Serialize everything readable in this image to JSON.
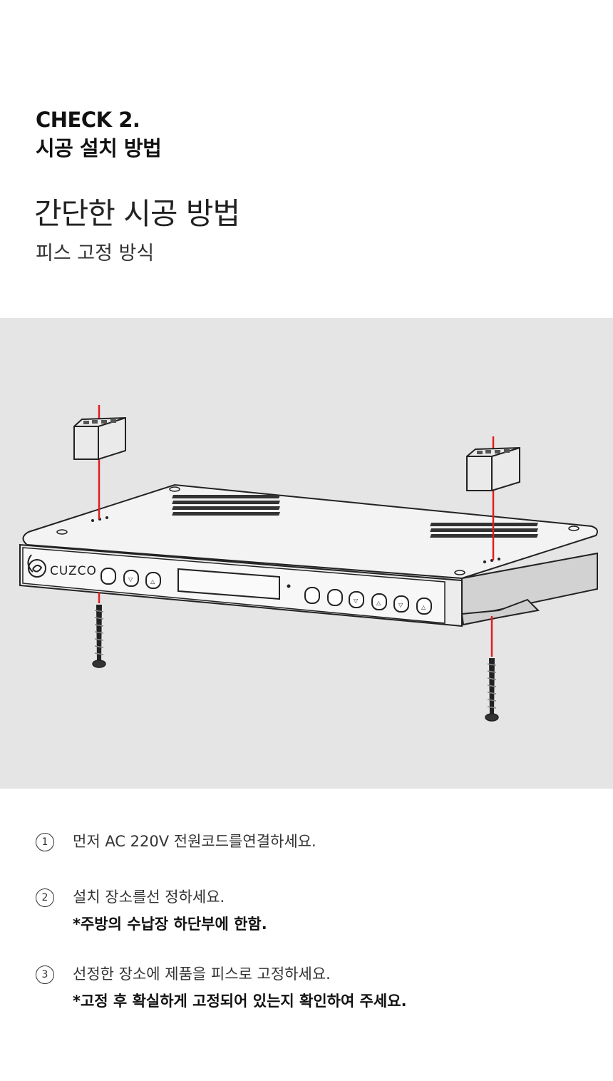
{
  "header": {
    "check_label": "CHECK 2.",
    "check_title": "시공 설치 방법",
    "title": "간단한 시공 방법",
    "subtitle": "피스 고정 방식"
  },
  "product": {
    "brand": "CUZCO"
  },
  "colors": {
    "guide_line": "#e01e1e",
    "illustration_bg": "#e5e5e5"
  },
  "steps": [
    {
      "number": "1",
      "text": "먼저 AC 220V 전원코드를연결하세요.",
      "note": ""
    },
    {
      "number": "2",
      "text": "설치 장소를선 정하세요.",
      "note": "*주방의 수납장 하단부에 한함."
    },
    {
      "number": "3",
      "text": "선정한 장소에 제품을 피스로 고정하세요.",
      "note": "*고정 후 확실하게 고정되어 있는지 확인하여 주세요."
    }
  ]
}
